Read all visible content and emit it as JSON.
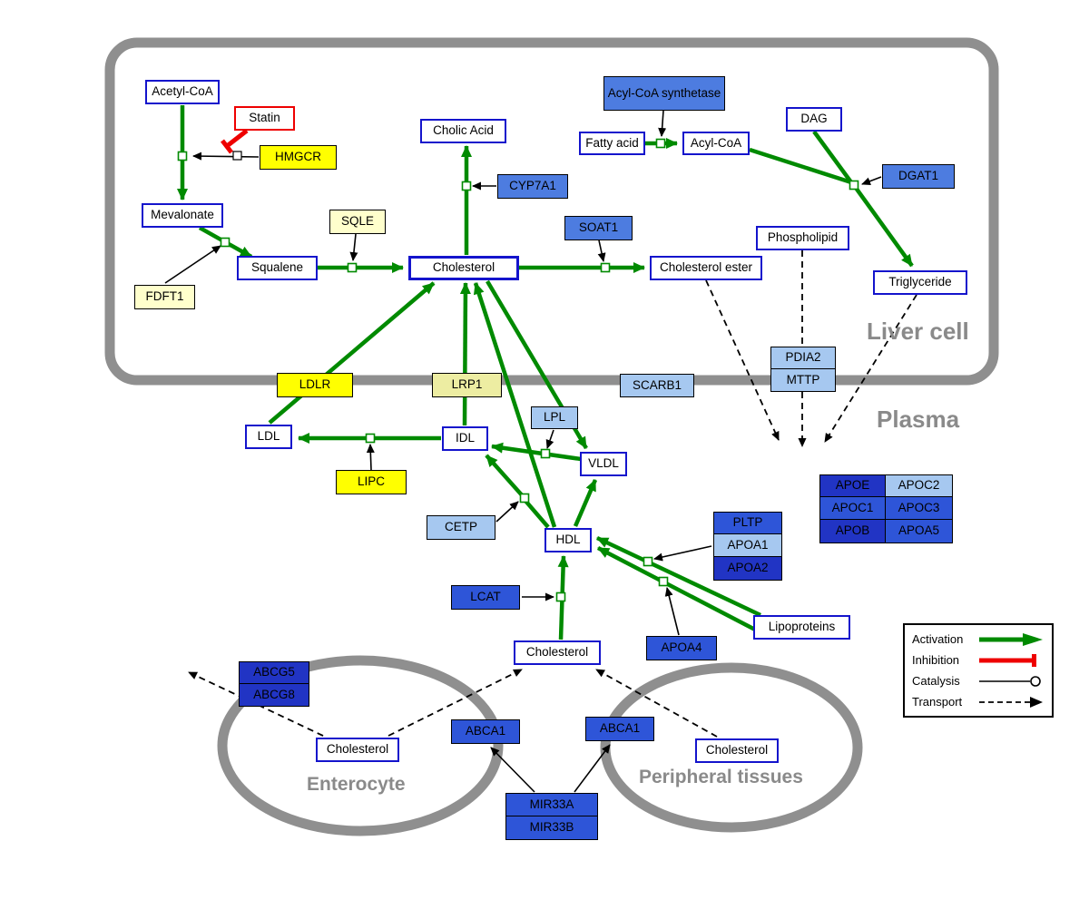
{
  "compartments": {
    "liver": "Liver cell",
    "plasma": "Plasma",
    "enterocyte": "Enterocyte",
    "peripheral": "Peripheral tissues"
  },
  "nodes": {
    "acetyl_coa": "Acetyl-CoA",
    "statin": "Statin",
    "hmgcr": "HMGCR",
    "mevalonate": "Mevalonate",
    "sqle": "SQLE",
    "fdft1": "FDFT1",
    "squalene": "Squalene",
    "cholesterol_liver": "Cholesterol",
    "cholic_acid": "Cholic Acid",
    "cyp7a1": "CYP7A1",
    "soat1": "SOAT1",
    "cholesterol_ester": "Cholesterol ester",
    "acyl_coa_synthetase": "Acyl-CoA synthetase",
    "fatty_acid": "Fatty acid",
    "acyl_coa": "Acyl-CoA",
    "dag": "DAG",
    "dgat1": "DGAT1",
    "phospholipid": "Phospholipid",
    "triglyceride": "Triglyceride",
    "pdia2": "PDIA2",
    "mttp": "MTTP",
    "ldlr": "LDLR",
    "lrp1": "LRP1",
    "scarb1": "SCARB1",
    "ldl": "LDL",
    "idl": "IDL",
    "lpl": "LPL",
    "vldl": "VLDL",
    "lipc": "LIPC",
    "cetp": "CETP",
    "hdl": "HDL",
    "pltp": "PLTP",
    "apoa1": "APOA1",
    "apoa2": "APOA2",
    "apoe": "APOE",
    "apoc2": "APOC2",
    "apoc1": "APOC1",
    "apoc3": "APOC3",
    "apob": "APOB",
    "apoa5": "APOA5",
    "lcat": "LCAT",
    "apoa4": "APOA4",
    "lipoproteins": "Lipoproteins",
    "cholesterol_plasma": "Cholesterol",
    "abcg5": "ABCG5",
    "abcg8": "ABCG8",
    "cholesterol_enterocyte": "Cholesterol",
    "abca1_enterocyte": "ABCA1",
    "abca1_peripheral": "ABCA1",
    "cholesterol_peripheral": "Cholesterol",
    "mir33a": "MIR33A",
    "mir33b": "MIR33B"
  },
  "legend": {
    "items": [
      {
        "label": "Activation",
        "type": "activation"
      },
      {
        "label": "Inhibition",
        "type": "inhibition"
      },
      {
        "label": "Catalysis",
        "type": "catalysis"
      },
      {
        "label": "Transport",
        "type": "transport"
      }
    ]
  },
  "colors": {
    "activation_green": "#008a00",
    "inhibition_red": "#ee0000",
    "membrane_gray": "#8f8f8f",
    "metabolite_border_blue": "#1414cc",
    "enzyme_yellow": "#ffff00",
    "enzyme_cream": "#ffffcc",
    "gene_blue_light": "#a6c8f0",
    "gene_blue_medium": "#4d7ce0",
    "gene_blue_strong": "#2e55d8",
    "gene_blue_dark": "#2134c4"
  }
}
